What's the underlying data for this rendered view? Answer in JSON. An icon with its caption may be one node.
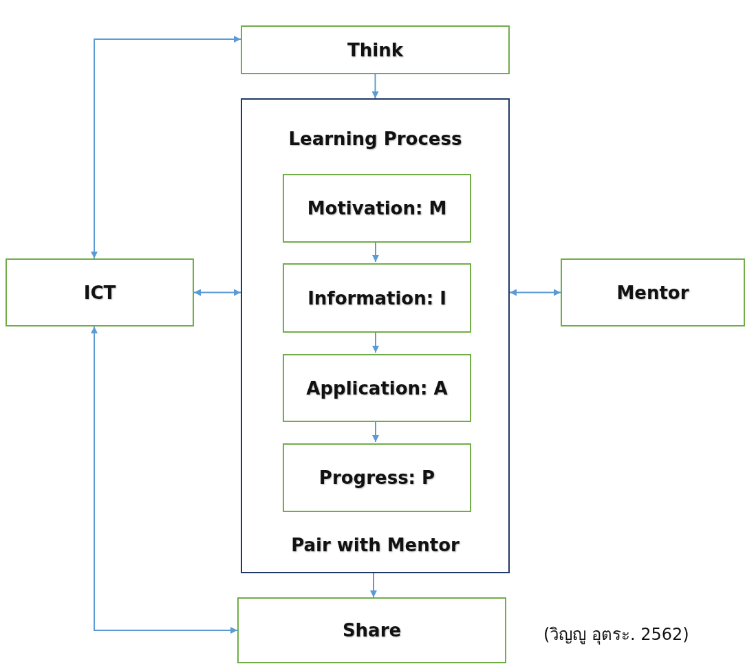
{
  "diagram": {
    "nodes": [
      {
        "text": [
          "Think"
        ]
      },
      {
        "text": [
          "Learning Process",
          "Pair with Mentor"
        ]
      },
      {
        "text": [
          "Motivation: M"
        ],
        "in": 1
      },
      {
        "text": [
          "Information: I"
        ],
        "in": 1
      },
      {
        "text": [
          "Application: A"
        ],
        "in": 1
      },
      {
        "text": [
          "Progress: P"
        ],
        "in": 1
      },
      {
        "text": [
          "ICT"
        ]
      },
      {
        "text": [
          "Mentor"
        ]
      },
      {
        "text": [
          "Share"
        ]
      }
    ],
    "edges": [
      {
        "from": 0,
        "to": 1,
        "arrow": "to"
      },
      {
        "from": 2,
        "to": 3,
        "arrow": "to"
      },
      {
        "from": 3,
        "to": 4,
        "arrow": "to"
      },
      {
        "from": 4,
        "to": 5,
        "arrow": "to"
      },
      {
        "from": 1,
        "to": 8,
        "arrow": "to"
      },
      {
        "from": 6,
        "to": 0,
        "arrow": "both"
      },
      {
        "from": 6,
        "to": 1,
        "arrow": "both"
      },
      {
        "from": 1,
        "to": 7,
        "arrow": "both"
      },
      {
        "from": 6,
        "to": 8,
        "arrow": "both"
      }
    ],
    "labels": [
      "(วิญญู อุตระ. 2562)"
    ]
  }
}
